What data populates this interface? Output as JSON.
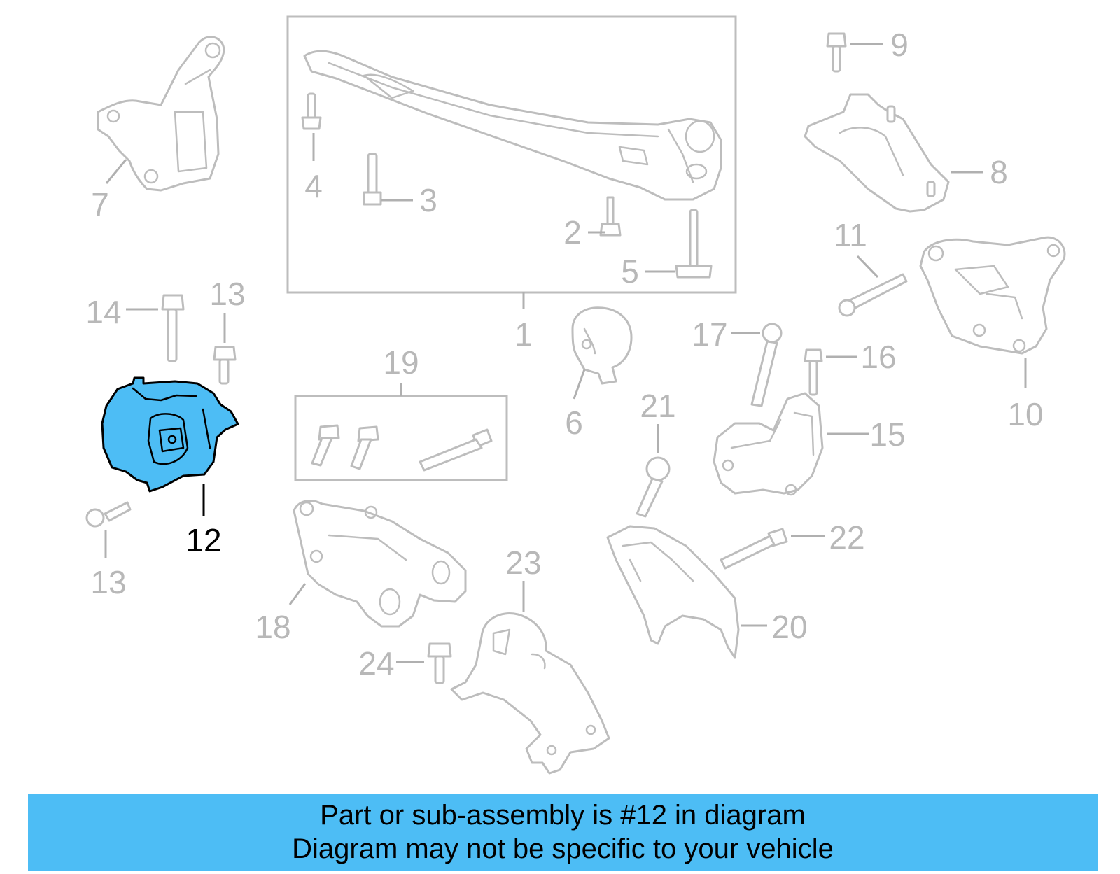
{
  "callouts": {
    "c1": "1",
    "c2": "2",
    "c3": "3",
    "c4": "4",
    "c5": "5",
    "c6": "6",
    "c7": "7",
    "c8": "8",
    "c9": "9",
    "c10": "10",
    "c11": "11",
    "c12": "12",
    "c13a": "13",
    "c13b": "13",
    "c14": "14",
    "c15": "15",
    "c16": "16",
    "c17": "17",
    "c18": "18",
    "c19": "19",
    "c20": "20",
    "c21": "21",
    "c22": "22",
    "c23": "23",
    "c24": "24"
  },
  "highlight": {
    "part_number": "12",
    "fill_color": "#4dbdf5",
    "outline_color": "#000000"
  },
  "banner": {
    "line1": "Part or sub-assembly is #12 in diagram",
    "line2": "Diagram may not be specific to your vehicle",
    "background_color": "#4dbdf5"
  }
}
